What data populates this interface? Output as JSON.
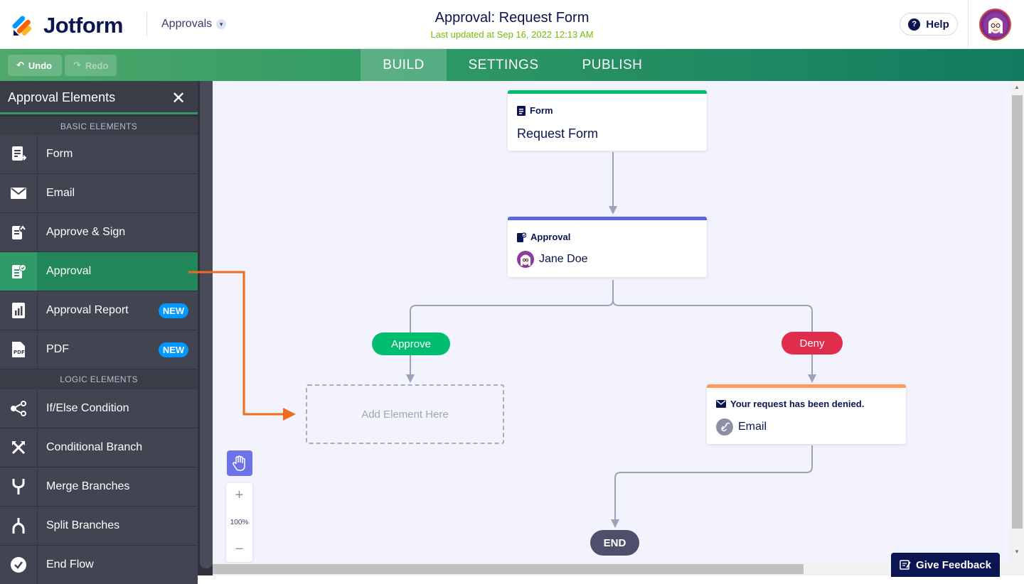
{
  "header": {
    "brand": "Jotform",
    "product": "Approvals",
    "title": "Approval: Request Form",
    "last_updated": "Last updated at Sep 16, 2022 12:13 AM",
    "help_label": "Help"
  },
  "toolbar": {
    "undo_label": "Undo",
    "redo_label": "Redo",
    "tabs": [
      {
        "label": "BUILD",
        "active": true
      },
      {
        "label": "SETTINGS",
        "active": false
      },
      {
        "label": "PUBLISH",
        "active": false
      }
    ]
  },
  "sidebar": {
    "title": "Approval Elements",
    "basic_section": "BASIC ELEMENTS",
    "logic_section": "LOGIC ELEMENTS",
    "basic_items": [
      {
        "label": "Form",
        "icon": "form-icon"
      },
      {
        "label": "Email",
        "icon": "email-icon"
      },
      {
        "label": "Approve & Sign",
        "icon": "approve-sign-icon"
      },
      {
        "label": "Approval",
        "icon": "approval-icon",
        "active": true
      },
      {
        "label": "Approval Report",
        "icon": "report-icon",
        "badge": "NEW"
      },
      {
        "label": "PDF",
        "icon": "pdf-icon",
        "badge": "NEW"
      }
    ],
    "logic_items": [
      {
        "label": "If/Else Condition",
        "icon": "condition-icon"
      },
      {
        "label": "Conditional Branch",
        "icon": "conditional-branch-icon"
      },
      {
        "label": "Merge Branches",
        "icon": "merge-icon"
      },
      {
        "label": "Split Branches",
        "icon": "split-icon"
      },
      {
        "label": "End Flow",
        "icon": "end-flow-icon"
      }
    ]
  },
  "canvas": {
    "form_node": {
      "type": "Form",
      "value": "Request Form"
    },
    "approval_node": {
      "type": "Approval",
      "assignee": "Jane Doe"
    },
    "approve_label": "Approve",
    "deny_label": "Deny",
    "add_element": "Add Element Here",
    "email_node": {
      "type": "Your request has been denied.",
      "value": "Email"
    },
    "end_label": "END",
    "zoom_level": "100%",
    "zoom_in": "+",
    "zoom_out": "−"
  },
  "feedback_label": "Give Feedback",
  "colors": {
    "green": "#2f9a64",
    "approve": "#01bd6f",
    "deny": "#e02d4c",
    "approval_bar": "#5a67d8",
    "email_bar": "#ff9a5c",
    "drag_arrow": "#f26b1d"
  }
}
